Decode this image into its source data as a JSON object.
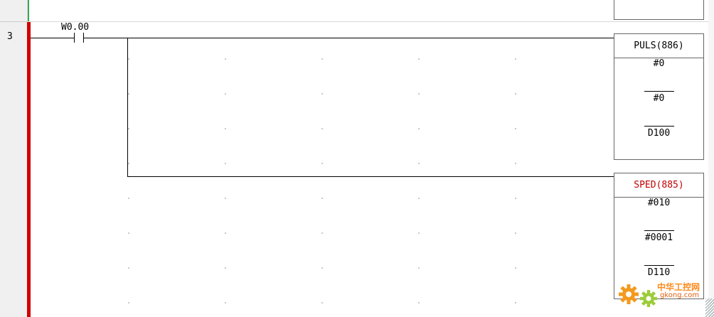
{
  "rung": {
    "number": "3"
  },
  "contact": {
    "address": "W0.00"
  },
  "blocks": [
    {
      "instruction": "PULS(886)",
      "title_color": "#000000",
      "operands": [
        "#0",
        "#0",
        "D100"
      ]
    },
    {
      "instruction": "SPED(885)",
      "title_color": "#c00000",
      "operands": [
        "#010",
        "#0001",
        "D110"
      ]
    }
  ],
  "watermark": {
    "line1": "中华工控网",
    "line2": "gkong.com",
    "icon": "gear-icon"
  },
  "colors": {
    "power_rail": "#d10000",
    "green_edge": "#3aa657",
    "sped_title": "#c00000"
  }
}
